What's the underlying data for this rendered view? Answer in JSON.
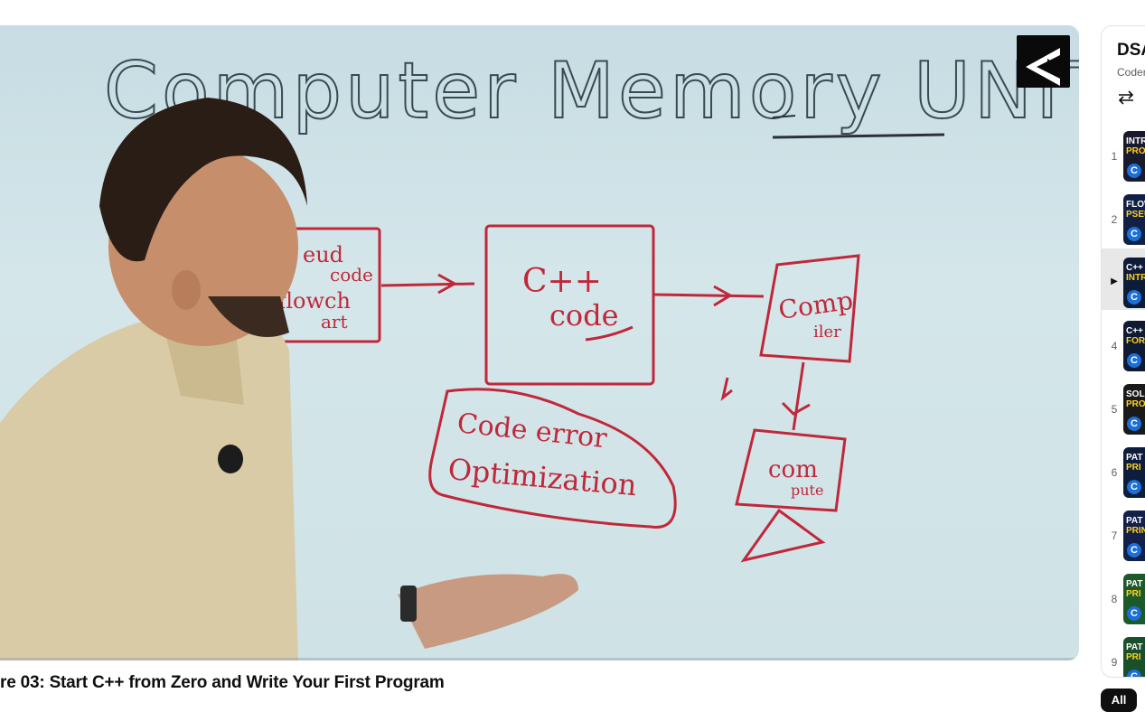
{
  "video": {
    "title": "re 03: Start C++ from Zero and Write Your First Program",
    "whiteboard": {
      "heading": "Computer Memory UNIT",
      "box1": [
        "eud",
        "code",
        "flowch",
        "art"
      ],
      "box2": [
        "C++",
        "code"
      ],
      "box3": [
        "Comp",
        "iler"
      ],
      "box4": [
        "com",
        "pute"
      ],
      "note": [
        "Code error",
        "Optimization"
      ]
    }
  },
  "playlist": {
    "title": "DSA",
    "channel": "Coder",
    "items": [
      {
        "index": "1",
        "t1": "INTRO",
        "t2": "PROG",
        "bg": "#1a1a2e"
      },
      {
        "index": "2",
        "t1": "FLOW",
        "t2": "PSEU",
        "bg": "#122045"
      },
      {
        "index": "▶",
        "t1": "C++",
        "t2": "INTRO",
        "bg": "#0e1c3a"
      },
      {
        "index": "4",
        "t1": "C++",
        "t2": "FOR",
        "bg": "#101a33"
      },
      {
        "index": "5",
        "t1": "SOL",
        "t2": "PRO",
        "bg": "#1a1a1a"
      },
      {
        "index": "6",
        "t1": "PAT",
        "t2": "PRI",
        "bg": "#0f1d3c"
      },
      {
        "index": "7",
        "t1": "PAT",
        "t2": "PRIN",
        "bg": "#12204a"
      },
      {
        "index": "8",
        "t1": "PAT",
        "t2": "PRI",
        "bg": "#1d5a2a"
      },
      {
        "index": "9",
        "t1": "PAT",
        "t2": "PRI",
        "bg": "#1a4f2b"
      }
    ]
  },
  "filter_chip": "All"
}
